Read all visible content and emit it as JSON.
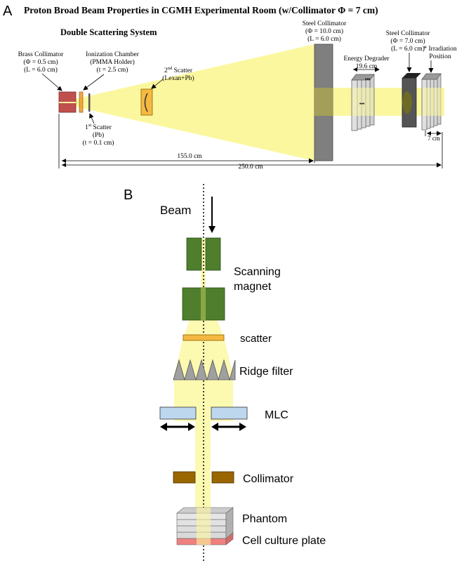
{
  "panel_a": {
    "letter": "A",
    "title": "Proton Broad Beam Properties in CGMH Experimental Room (w/Collimator Φ = 7 cm)",
    "subtitle": "Double Scattering System",
    "brass": {
      "l1": "Brass Collimator",
      "l2": "(Φ = 0.5 cm)",
      "l3": "(L = 6.0 cm)"
    },
    "ion": {
      "l1": "Ionization Chamber",
      "l2": "(PMMA Holder)",
      "l3": "(t = 2.5 cm)"
    },
    "scatter1": {
      "sup": "st",
      "num": "1",
      "word": " Scatter",
      "l2": "(Pb)",
      "l3": "(t = 0.1 cm)"
    },
    "scatter2": {
      "num": "2",
      "sup": "nd",
      "word": " Scatter",
      "l2": "(Lexan+Pb)"
    },
    "steel1": {
      "l1": "Steel Collimator",
      "l2": "(Φ = 10.0 cm)",
      "l3": "(L = 6.0 cm)"
    },
    "degrader": {
      "l1": "Energy Degrader",
      "l2": "19.6 cm"
    },
    "steel2": {
      "l1": "Steel Collimator",
      "l2": "(Φ = 7.0 cm)",
      "l3": "(L = 6.0 cm)"
    },
    "irradiation": {
      "l1": "* Irradiation",
      "l2": "Position"
    },
    "dim_7": "7 cm",
    "dim_155": "155.0 cm",
    "dim_250": "250.0 cm"
  },
  "panel_b": {
    "letter": "B",
    "beam": "Beam",
    "scanning": {
      "l1": "Scanning",
      "l2": "magnet"
    },
    "scatter": "scatter",
    "ridge": "Ridge filter",
    "mlc": "MLC",
    "collimator": "Collimator",
    "phantom": "Phantom",
    "plate": "Cell culture plate"
  },
  "colors": {
    "beam": "#fbf79e",
    "brass": "#c0504d",
    "scatter_orange": "#f5b942",
    "steel": "#7f7f7f",
    "magnet": "#4f7f2d",
    "mlc": "#bdd7ee",
    "collimator": "#996600",
    "plate": "#f08080"
  }
}
